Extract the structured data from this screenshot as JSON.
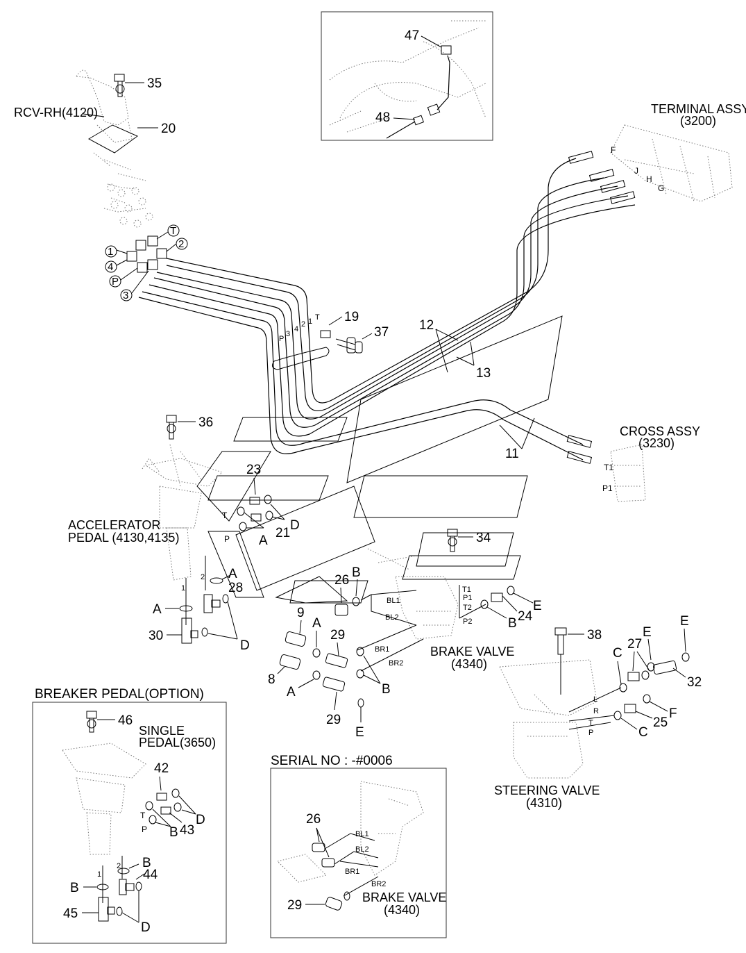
{
  "inset_top": {
    "part_47": "47",
    "part_48": "48"
  },
  "top_left": {
    "part_35": "35",
    "rcv_label": "RCV-RH(4120)",
    "part_20": "20",
    "port_1": "1",
    "port_2": "2",
    "port_3": "3",
    "port_4": "4",
    "port_T": "T",
    "port_P": "P"
  },
  "terminal": {
    "title": "TERMINAL ASSY",
    "code": "(3200)",
    "F": "F",
    "J": "J",
    "H": "H",
    "G": "G"
  },
  "center": {
    "part_19": "19",
    "part_37": "37",
    "part_12": "12",
    "part_13": "13",
    "part_11": "11",
    "hose_P": "P",
    "hose_3": "3",
    "hose_4": "4",
    "hose_2": "2",
    "hose_1": "1",
    "hose_T": "T"
  },
  "cross": {
    "title": "CROSS ASSY",
    "code": "(3230)",
    "T1": "T1",
    "P1": "P1"
  },
  "accelerator": {
    "part_36": "36",
    "part_23": "23",
    "part_21": "21",
    "title": "ACCELERATOR",
    "subtitle": "PEDAL (4130,4135)",
    "T": "T",
    "P": "P",
    "A1": "A",
    "D1": "D",
    "port_2": "2",
    "A2": "A",
    "part_28": "28",
    "port_1": "1",
    "A3": "A",
    "part_30": "30",
    "D2": "D"
  },
  "brake": {
    "part_34": "34",
    "part_26": "26",
    "B1": "B",
    "BL1": "BL1",
    "BL2": "BL2",
    "BR1": "BR1",
    "BR2": "BR2",
    "T1": "T1",
    "P1": "P1",
    "T2": "T2",
    "P2": "P2",
    "part_24": "24",
    "E1": "E",
    "B2": "B",
    "title": "BRAKE VALVE",
    "code": "(4340)",
    "part_9": "9",
    "A4": "A",
    "part_29a": "29",
    "part_8": "8",
    "A5": "A",
    "B3": "B",
    "part_29b": "29",
    "E2": "E"
  },
  "steering": {
    "part_38": "38",
    "C1": "C",
    "part_27": "27",
    "E3": "E",
    "E4": "E",
    "part_32": "32",
    "F": "F",
    "part_25": "25",
    "C2": "C",
    "L": "L",
    "R": "R",
    "T": "T",
    "P": "P",
    "title": "STEERING VALVE",
    "code": "(4310)"
  },
  "breaker": {
    "title": "BREAKER PEDAL(OPTION)",
    "part_46": "46",
    "single": "SINGLE",
    "pedal": "PEDAL(3650)",
    "part_42": "42",
    "part_43": "43",
    "T": "T",
    "P": "P",
    "B1": "B",
    "D1": "D",
    "port_2": "2",
    "B2": "B",
    "part_44": "44",
    "port_1": "1",
    "B3": "B",
    "part_45": "45",
    "D2": "D"
  },
  "serial": {
    "title": "SERIAL NO : -#0006",
    "part_26": "26",
    "BL1": "BL1",
    "BL2": "BL2",
    "BR1": "BR1",
    "BR2": "BR2",
    "part_29": "29",
    "brake_title": "BRAKE VALVE",
    "brake_code": "(4340)"
  }
}
